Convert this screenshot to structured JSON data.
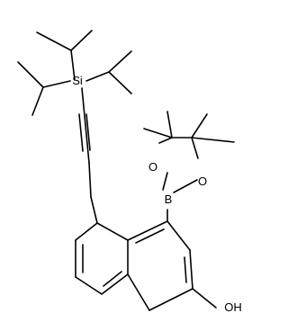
{
  "molecule": {
    "atom_labels": {
      "si": "Si",
      "b": "B",
      "o1": "O",
      "o2": "O",
      "oh": "OH"
    }
  }
}
